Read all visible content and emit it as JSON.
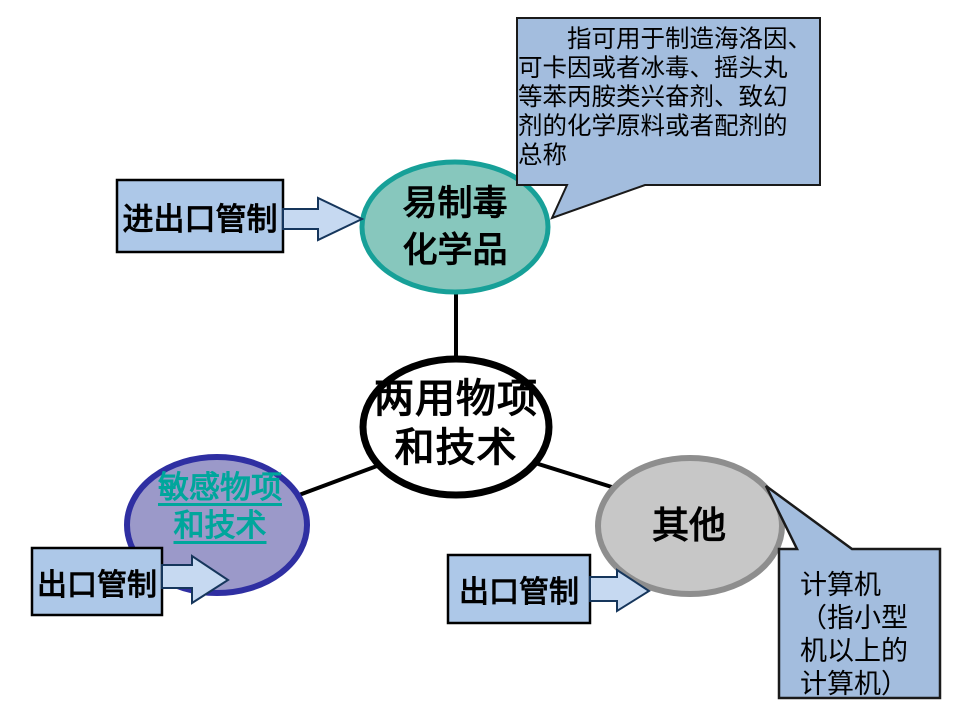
{
  "slide": {
    "background": "#FFFFFF",
    "connector_color": "#000000"
  },
  "nodes": {
    "center": {
      "label": "两用物项\n和技术",
      "fill": "#FFFFFF",
      "border": "#000000"
    },
    "precursor_chemicals": {
      "label": "易制毒\n化学品",
      "fill": "#87C7BD",
      "border": "#17A098"
    },
    "sensitive_items": {
      "label": "敏感物项\n和技术",
      "fill": "#9B99C9",
      "border": "#2F2FA2",
      "link_color": "#00A69C"
    },
    "other": {
      "label": "其他",
      "fill": "#C7C7C7",
      "border": "#8E8E8E"
    }
  },
  "control_boxes": {
    "fill": "#ADC8E8",
    "border": "#000000",
    "import_export": {
      "label": "进出口管制"
    },
    "export_left": {
      "label": "出口管制"
    },
    "export_bottom": {
      "label": "出口管制"
    }
  },
  "arrows": {
    "fill": "#C6D9F1",
    "border": "#16365C"
  },
  "callouts": {
    "fill": "#A3BDDE",
    "border": "#1A1A1A",
    "precursor_note": {
      "text": "　　指可用于制造海洛因、\n可卡因或者冰毒、摇头丸\n等苯丙胺类兴奋剂、致幻\n剂的化学原料或者配剂的\n总称"
    },
    "other_note": {
      "text": "计算机\n（指小型\n机以上的\n计算机）"
    }
  }
}
